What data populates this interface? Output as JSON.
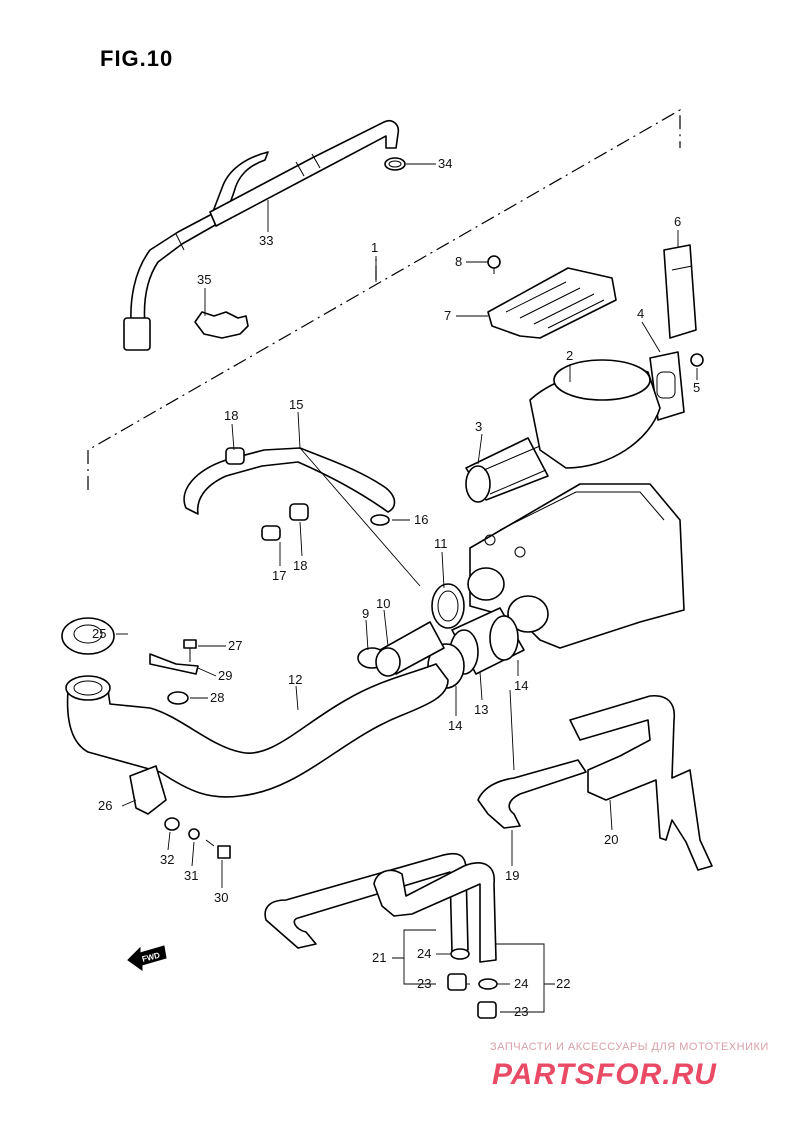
{
  "figure": {
    "title": "FIG.10"
  },
  "fwd_label": "FWD",
  "watermark": {
    "caption": "ЗАПЧАСТИ И АКСЕССУАРЫ ДЛЯ МОТОТЕХНИКИ",
    "brand": "PARTSFOR.RU"
  },
  "callouts": {
    "c1": "1",
    "c2": "2",
    "c3": "3",
    "c4": "4",
    "c5": "5",
    "c6": "6",
    "c7": "7",
    "c8": "8",
    "c9": "9",
    "c10": "10",
    "c11": "11",
    "c12": "12",
    "c13": "13",
    "c14a": "14",
    "c14b": "14",
    "c15": "15",
    "c16": "16",
    "c17": "17",
    "c18a": "18",
    "c18b": "18",
    "c19": "19",
    "c20": "20",
    "c21": "21",
    "c22": "22",
    "c23a": "23",
    "c23b": "23",
    "c24a": "24",
    "c24b": "24",
    "c25": "25",
    "c26": "26",
    "c27": "27",
    "c28": "28",
    "c29": "29",
    "c30": "30",
    "c31": "31",
    "c32": "32",
    "c33": "33",
    "c34": "34",
    "c35": "35"
  }
}
